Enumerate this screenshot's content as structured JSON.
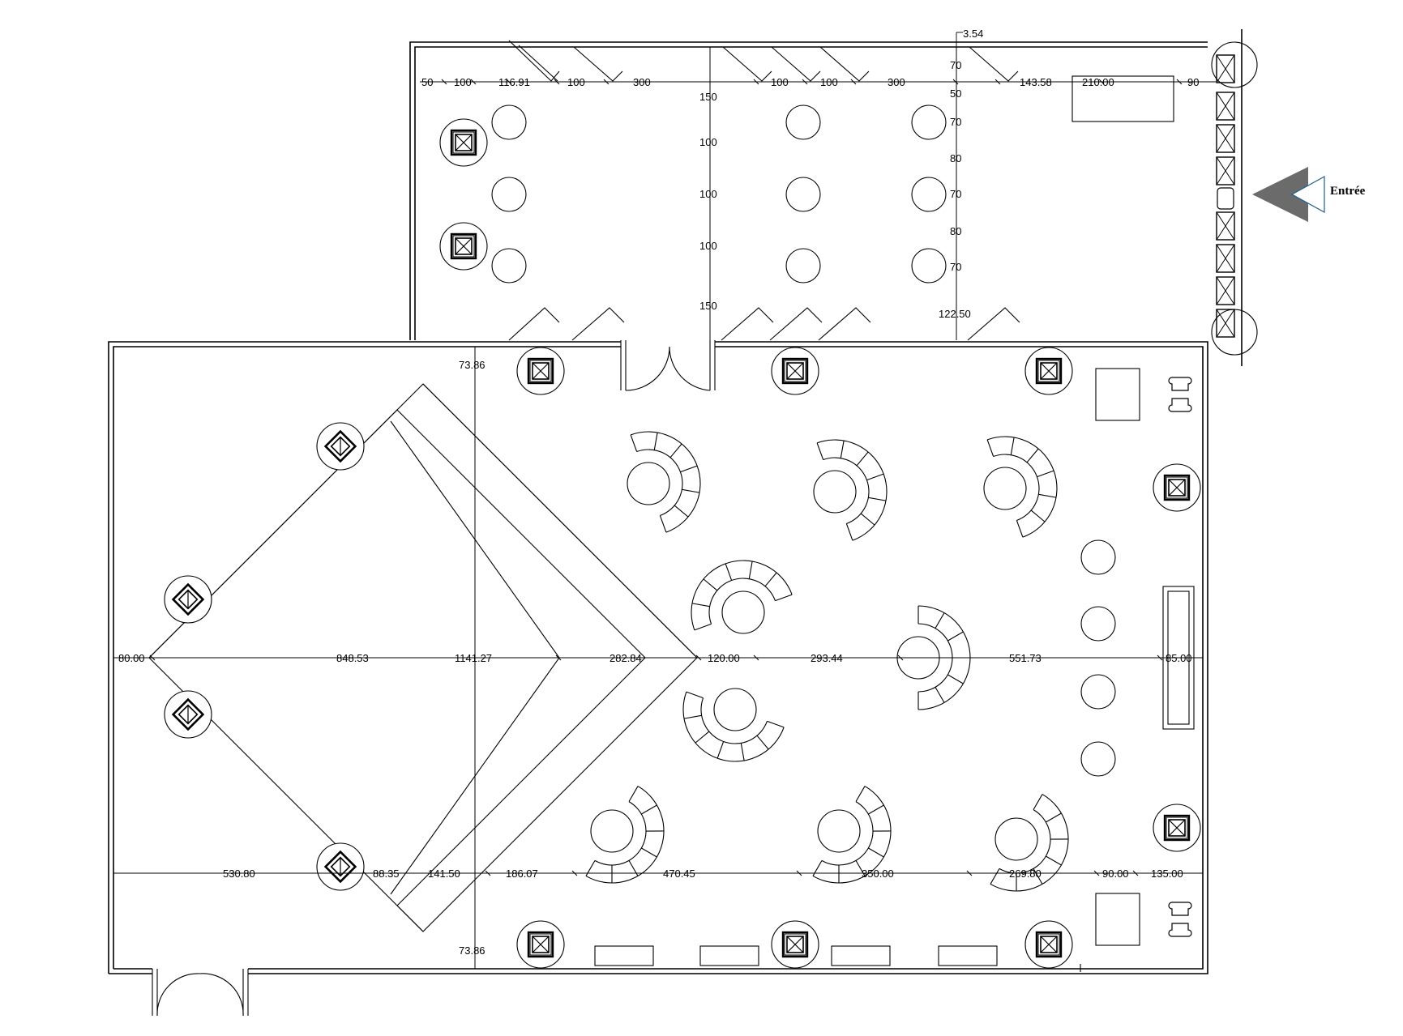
{
  "entrance_label": "Entrée",
  "dimensions": {
    "top_row": [
      "50",
      "100",
      "116.91",
      "100",
      "300",
      "100",
      "100",
      "300",
      "143.58",
      "210.00",
      "90"
    ],
    "top_small": "3.54",
    "top_vertical_left": [
      "150",
      "100",
      "100",
      "100",
      "150"
    ],
    "top_vertical_right": [
      "70",
      "50",
      "70",
      "80",
      "70",
      "80",
      "70",
      "122.50"
    ],
    "main_top": "73.86",
    "main_bottom": "73.86",
    "center_row": [
      "80.00",
      "848.53",
      "1141.27",
      "282.84",
      "120.00",
      "293.44",
      "551.73",
      "85.00"
    ],
    "bottom_row": [
      "530.80",
      "88.35",
      "141.50",
      "186.07",
      "470.45",
      "350.00",
      "269.80",
      "90.00",
      "135.00"
    ]
  },
  "colors": {
    "line": "#000000",
    "arrow_fill": "#6b6b6b",
    "arrow_outline": "#1f5f8b"
  },
  "icons": [
    "speaker-icon",
    "door-swing-icon",
    "entrance-arrow-icon"
  ]
}
